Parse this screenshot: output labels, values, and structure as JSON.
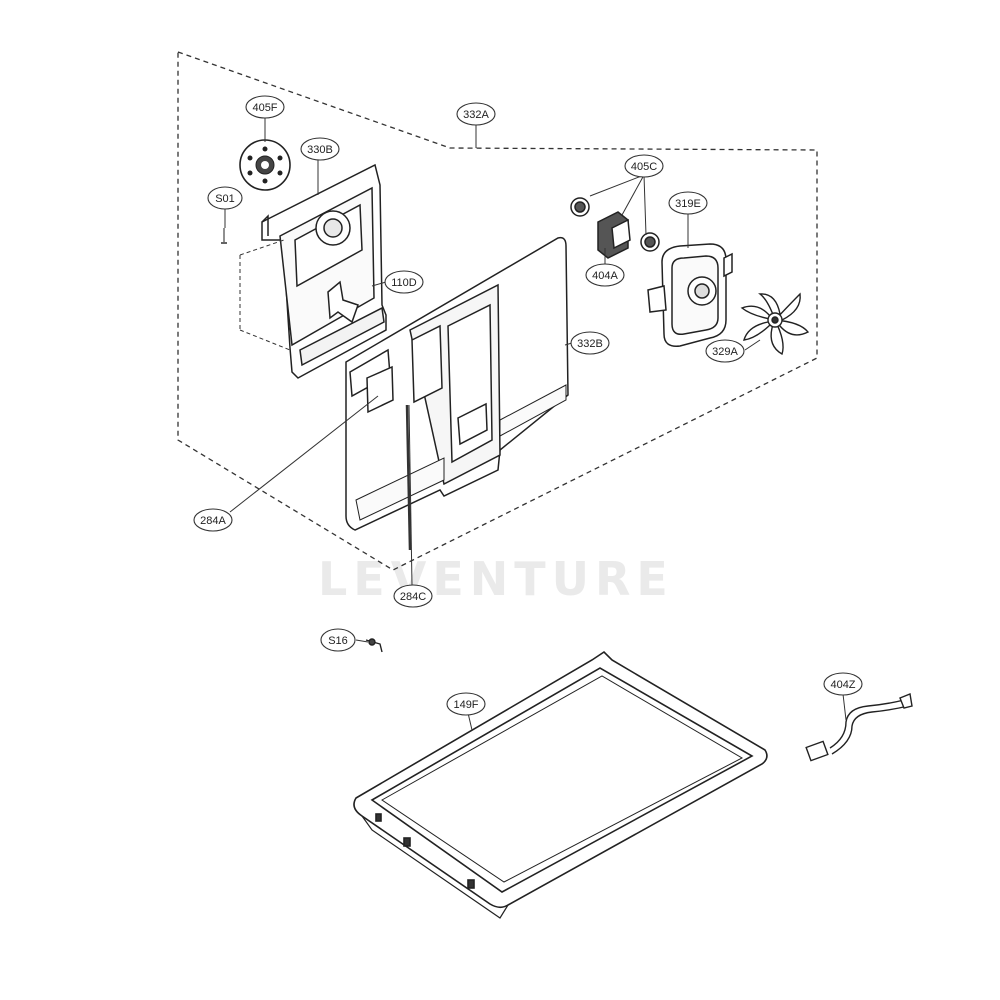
{
  "diagram": {
    "watermark": "LEVENTURE",
    "callouts": [
      {
        "id": "405F",
        "label": "405F"
      },
      {
        "id": "330B",
        "label": "330B"
      },
      {
        "id": "S01",
        "label": "S01"
      },
      {
        "id": "332A",
        "label": "332A"
      },
      {
        "id": "405C",
        "label": "405C"
      },
      {
        "id": "319E",
        "label": "319E"
      },
      {
        "id": "404A",
        "label": "404A"
      },
      {
        "id": "110D",
        "label": "110D"
      },
      {
        "id": "332B",
        "label": "332B"
      },
      {
        "id": "329A",
        "label": "329A"
      },
      {
        "id": "284A",
        "label": "284A"
      },
      {
        "id": "284C",
        "label": "284C"
      },
      {
        "id": "S16",
        "label": "S16"
      },
      {
        "id": "149F",
        "label": "149F"
      },
      {
        "id": "404Z",
        "label": "404Z"
      }
    ]
  }
}
